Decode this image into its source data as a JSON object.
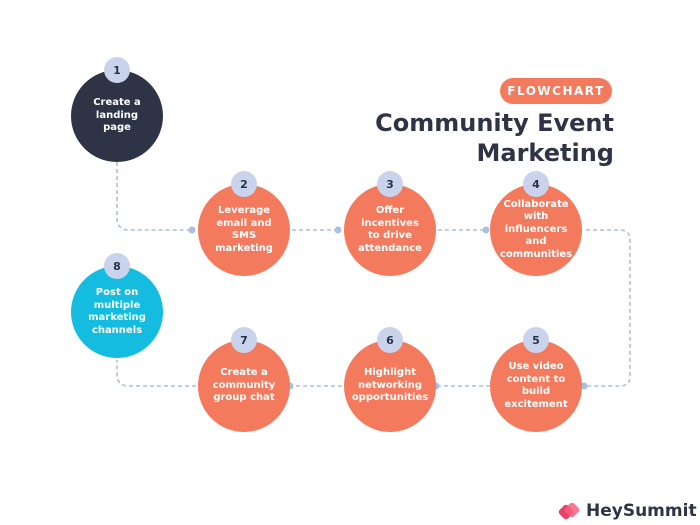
{
  "tag": "FLOWCHART",
  "title": {
    "line1": "Community Event",
    "line2": "Marketing"
  },
  "brand": {
    "name": "HeySummit"
  },
  "colors": {
    "dark": "#2e3445",
    "coral": "#f47a5e",
    "cyan": "#14bde0",
    "badge": "#c9d4ec",
    "connector": "#a9bfe2"
  },
  "steps": [
    {
      "number": "1",
      "label": "Create a landing page"
    },
    {
      "number": "2",
      "label": "Leverage email and SMS marketing"
    },
    {
      "number": "3",
      "label": "Offer incentives to drive attendance"
    },
    {
      "number": "4",
      "label": "Collaborate with influencers and communities"
    },
    {
      "number": "5",
      "label": "Use video content to build excitement"
    },
    {
      "number": "6",
      "label": "Highlight networking opportunities"
    },
    {
      "number": "7",
      "label": "Create a community group chat"
    },
    {
      "number": "8",
      "label": "Post on multiple marketing channels"
    }
  ]
}
